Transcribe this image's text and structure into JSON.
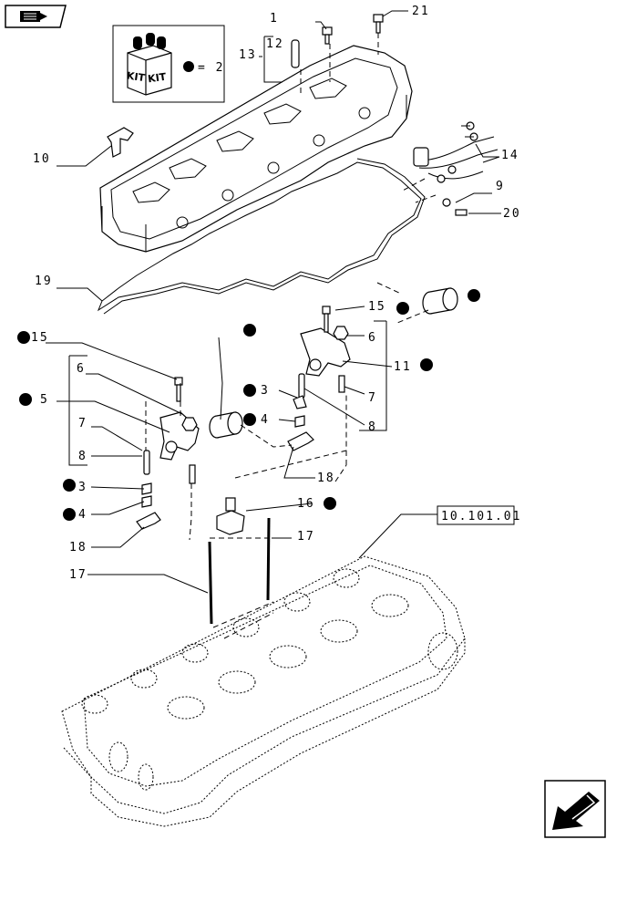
{
  "kit_box": {
    "kit_text_a": "KIT",
    "kit_text_b": "KIT",
    "equals_text": "= 2"
  },
  "reference_box": {
    "code": "10.101.01"
  },
  "callouts": {
    "c1": "1",
    "c21": "21",
    "c12": "12",
    "c13": "13",
    "c10": "10",
    "c14": "14",
    "c9": "9",
    "c20": "20",
    "c19": "19",
    "c15a": "15",
    "c15b": "15",
    "c6a": "6",
    "c11": "11",
    "c7a": "7",
    "c8a": "8",
    "c6b": "6",
    "c5": "5",
    "c3a": "3",
    "c4a": "4",
    "c7b": "7",
    "c8b": "8",
    "c18a": "18",
    "c3b": "3",
    "c4b": "4",
    "c16": "16",
    "c17a": "17",
    "c18b": "18",
    "c17b": "17"
  },
  "icons": {
    "top_nav": "book-arrow-icon",
    "bottom_nav": "arrow-down-left-icon",
    "bullet": "filled-circle-icon"
  }
}
